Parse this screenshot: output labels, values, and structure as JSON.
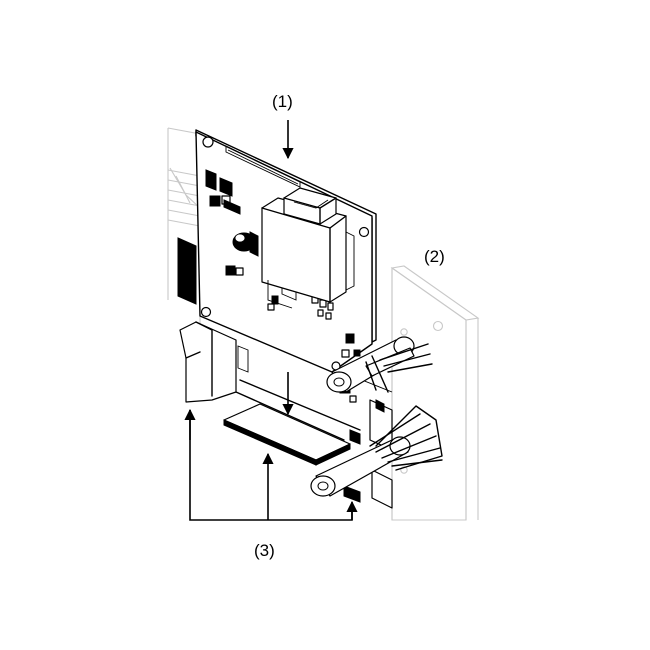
{
  "callouts": {
    "c1": "(1)",
    "c2": "(2)",
    "c3": "(3)"
  },
  "colors": {
    "ink": "#000000",
    "ghost": "#c8c8c8",
    "paper": "#ffffff"
  }
}
